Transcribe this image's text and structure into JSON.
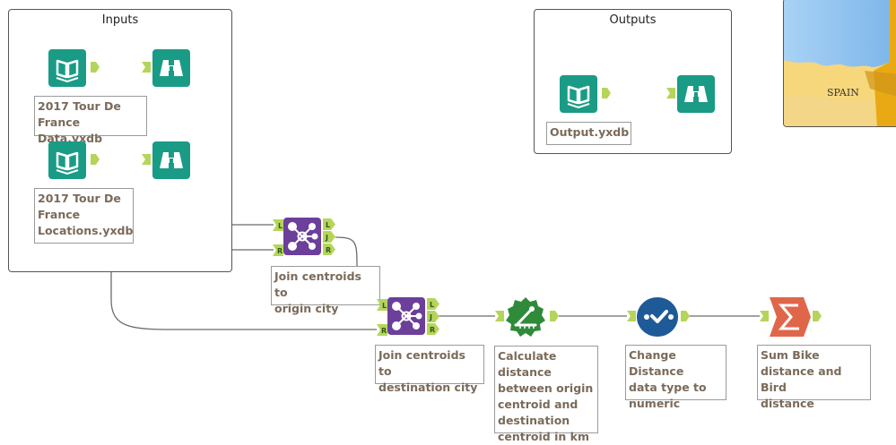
{
  "containers": {
    "inputs": {
      "title": "Inputs"
    },
    "outputs": {
      "title": "Outputs"
    }
  },
  "annotations": {
    "input1": "2017 Tour De\nFrance Data.yxdb",
    "input2": "2017 Tour De\nFrance\nLocations.yxdb",
    "output": "Output.yxdb",
    "join1": "Join centroids to\norigin city",
    "join2": "Join centroids to\ndestination city",
    "distance": "Calculate distance\nbetween origin\ncentroid and\ndestination\ncentroid in km",
    "select": "Change Distance\ndata type to\nnumeric",
    "summarize": "Sum Bike\ndistance and Bird\ndistance"
  },
  "anchors": {
    "left": "L",
    "join": "J",
    "right": "R"
  },
  "map": {
    "label": "SPAIN"
  },
  "colors": {
    "io_teal": "#1a9b86",
    "join_purple": "#6b3f9a",
    "distance_green": "#2f8b3a",
    "select_blue": "#1f5a98",
    "summarize_orange": "#e0664a",
    "anchor_green": "#b5d55a",
    "wire": "#666666"
  }
}
